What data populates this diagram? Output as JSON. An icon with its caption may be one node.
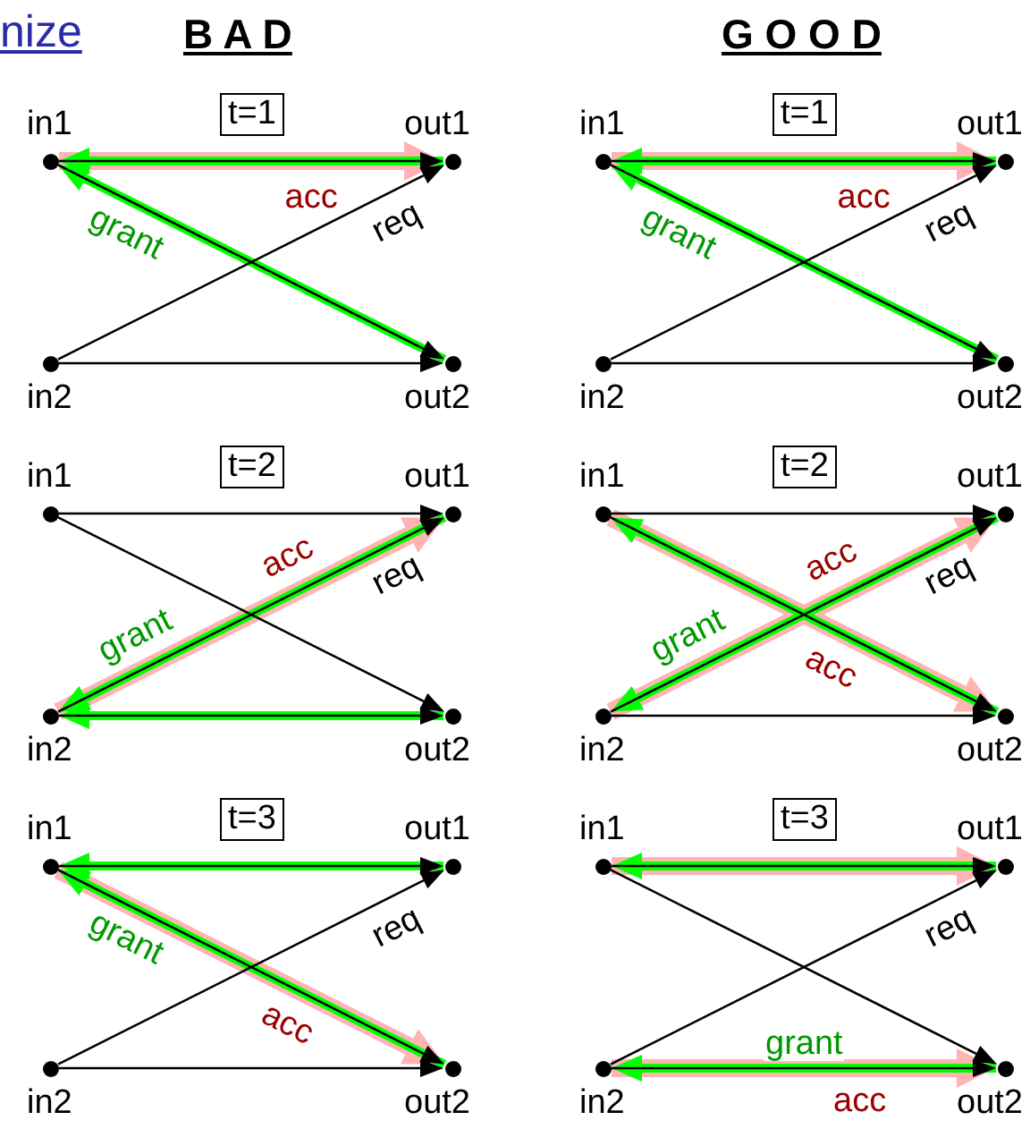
{
  "diagram": {
    "nodes": [
      {
        "text": [
          "t=1"
        ]
      },
      {
        "text": [],
        "shape": "circle",
        "beside": [
          "in1"
        ]
      },
      {
        "text": [],
        "shape": "circle",
        "beside": [
          "out1"
        ]
      },
      {
        "text": [],
        "shape": "circle",
        "beside": [
          "in2"
        ]
      },
      {
        "text": [],
        "shape": "circle",
        "beside": [
          "out2"
        ]
      },
      {
        "text": [
          "t=1"
        ]
      },
      {
        "text": [],
        "shape": "circle",
        "beside": [
          "in1"
        ]
      },
      {
        "text": [],
        "shape": "circle",
        "beside": [
          "out1"
        ]
      },
      {
        "text": [],
        "shape": "circle",
        "beside": [
          "in2"
        ]
      },
      {
        "text": [],
        "shape": "circle",
        "beside": [
          "out2"
        ]
      },
      {
        "text": [
          "t=2"
        ]
      },
      {
        "text": [],
        "shape": "circle",
        "beside": [
          "in1"
        ]
      },
      {
        "text": [],
        "shape": "circle",
        "beside": [
          "out1"
        ]
      },
      {
        "text": [],
        "shape": "circle",
        "beside": [
          "in2"
        ]
      },
      {
        "text": [],
        "shape": "circle",
        "beside": [
          "out2"
        ]
      },
      {
        "text": [
          "t=2"
        ]
      },
      {
        "text": [],
        "shape": "circle",
        "beside": [
          "in1"
        ]
      },
      {
        "text": [],
        "shape": "circle",
        "beside": [
          "out1"
        ]
      },
      {
        "text": [],
        "shape": "circle",
        "beside": [
          "in2"
        ]
      },
      {
        "text": [],
        "shape": "circle",
        "beside": [
          "out2"
        ]
      },
      {
        "text": [
          "t=3"
        ]
      },
      {
        "text": [],
        "shape": "circle",
        "beside": [
          "in1"
        ]
      },
      {
        "text": [],
        "shape": "circle",
        "beside": [
          "out1"
        ]
      },
      {
        "text": [],
        "shape": "circle",
        "beside": [
          "in2"
        ]
      },
      {
        "text": [],
        "shape": "circle",
        "beside": [
          "out2"
        ]
      },
      {
        "text": [
          "t=3"
        ]
      },
      {
        "text": [],
        "shape": "circle",
        "beside": [
          "in1"
        ]
      },
      {
        "text": [],
        "shape": "circle",
        "beside": [
          "out1"
        ]
      },
      {
        "text": [],
        "shape": "circle",
        "beside": [
          "in2"
        ]
      },
      {
        "text": [],
        "shape": "circle",
        "beside": [
          "out2"
        ]
      }
    ],
    "edges": [
      {
        "from": 1,
        "to": 2,
        "arrow": "to"
      },
      {
        "from": 1,
        "to": 4,
        "arrow": "to"
      },
      {
        "from": 3,
        "to": 2,
        "arrow": "to",
        "label": "req"
      },
      {
        "from": 3,
        "to": 4,
        "arrow": "to"
      },
      {
        "from": 2,
        "to": 1,
        "arrow": "to",
        "style": "thick",
        "color": "#00ff00"
      },
      {
        "from": 4,
        "to": 1,
        "arrow": "to",
        "style": "thick",
        "color": "#00ff00",
        "label": "grant"
      },
      {
        "from": 1,
        "to": 2,
        "arrow": "to",
        "style": "thick",
        "color": "#ffb3b3",
        "label": "acc"
      },
      {
        "from": 6,
        "to": 7,
        "arrow": "to"
      },
      {
        "from": 6,
        "to": 9,
        "arrow": "to"
      },
      {
        "from": 8,
        "to": 7,
        "arrow": "to",
        "label": "req"
      },
      {
        "from": 8,
        "to": 9,
        "arrow": "to"
      },
      {
        "from": 7,
        "to": 6,
        "arrow": "to",
        "style": "thick",
        "color": "#00ff00"
      },
      {
        "from": 9,
        "to": 6,
        "arrow": "to",
        "style": "thick",
        "color": "#00ff00",
        "label": "grant"
      },
      {
        "from": 6,
        "to": 7,
        "arrow": "to",
        "style": "thick",
        "color": "#ffb3b3",
        "label": "acc"
      },
      {
        "from": 11,
        "to": 12,
        "arrow": "to"
      },
      {
        "from": 11,
        "to": 14,
        "arrow": "to"
      },
      {
        "from": 13,
        "to": 12,
        "arrow": "to",
        "label": "req"
      },
      {
        "from": 13,
        "to": 14,
        "arrow": "to"
      },
      {
        "from": 12,
        "to": 13,
        "arrow": "to",
        "style": "thick",
        "color": "#00ff00",
        "label": "grant"
      },
      {
        "from": 14,
        "to": 13,
        "arrow": "to",
        "style": "thick",
        "color": "#00ff00"
      },
      {
        "from": 13,
        "to": 12,
        "arrow": "to",
        "style": "thick",
        "color": "#ffb3b3",
        "label": "acc"
      },
      {
        "from": 16,
        "to": 17,
        "arrow": "to"
      },
      {
        "from": 16,
        "to": 19,
        "arrow": "to"
      },
      {
        "from": 18,
        "to": 17,
        "arrow": "to",
        "label": "req"
      },
      {
        "from": 18,
        "to": 19,
        "arrow": "to"
      },
      {
        "from": 17,
        "to": 18,
        "arrow": "to",
        "style": "thick",
        "color": "#00ff00",
        "label": "grant"
      },
      {
        "from": 19,
        "to": 16,
        "arrow": "to",
        "style": "thick",
        "color": "#00ff00"
      },
      {
        "from": 18,
        "to": 17,
        "arrow": "to",
        "style": "thick",
        "color": "#ffb3b3",
        "label": "acc"
      },
      {
        "from": 16,
        "to": 19,
        "arrow": "to",
        "style": "thick",
        "color": "#ffb3b3",
        "label": "acc"
      },
      {
        "from": 21,
        "to": 22,
        "arrow": "to"
      },
      {
        "from": 21,
        "to": 24,
        "arrow": "to"
      },
      {
        "from": 23,
        "to": 22,
        "arrow": "to",
        "label": "req"
      },
      {
        "from": 23,
        "to": 24,
        "arrow": "to"
      },
      {
        "from": 22,
        "to": 21,
        "arrow": "to",
        "style": "thick",
        "color": "#00ff00"
      },
      {
        "from": 24,
        "to": 21,
        "arrow": "to",
        "style": "thick",
        "color": "#00ff00",
        "label": "grant"
      },
      {
        "from": 21,
        "to": 24,
        "arrow": "to",
        "style": "thick",
        "color": "#ffb3b3",
        "label": "acc"
      },
      {
        "from": 26,
        "to": 27,
        "arrow": "to"
      },
      {
        "from": 26,
        "to": 29,
        "arrow": "to"
      },
      {
        "from": 28,
        "to": 27,
        "arrow": "to",
        "label": "req"
      },
      {
        "from": 28,
        "to": 29,
        "arrow": "to"
      },
      {
        "from": 27,
        "to": 26,
        "arrow": "to",
        "style": "thick",
        "color": "#00ff00"
      },
      {
        "from": 29,
        "to": 28,
        "arrow": "to",
        "style": "thick",
        "color": "#00ff00",
        "label": "grant"
      },
      {
        "from": 26,
        "to": 27,
        "arrow": "to",
        "style": "thick",
        "color": "#ffb3b3"
      },
      {
        "from": 28,
        "to": 29,
        "arrow": "to",
        "style": "thick",
        "color": "#ffb3b3",
        "label": "acc"
      }
    ],
    "labels": [
      "nize",
      "B A D",
      "G O O D"
    ]
  }
}
